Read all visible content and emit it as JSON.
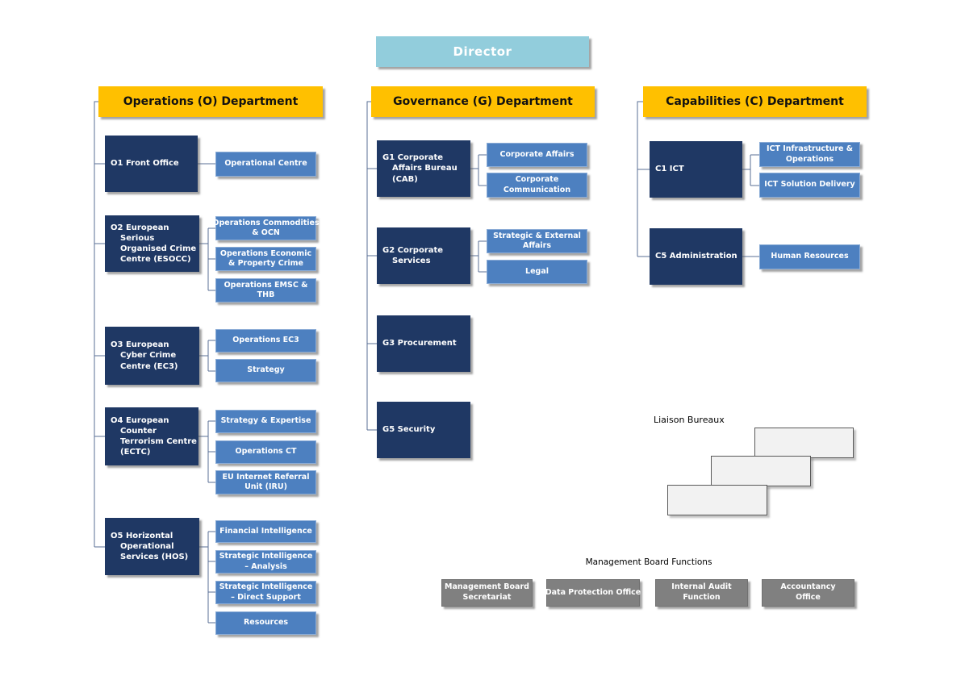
{
  "director": {
    "label": "Director"
  },
  "departments": [
    {
      "header": "Operations (O) Department",
      "units": [
        {
          "label": "O1 Front Office",
          "children": [
            "Operational Centre"
          ]
        },
        {
          "label": "O2 European\nSerious\nOrganised Crime\nCentre (ESOCC)",
          "children": [
            "Operations Commodities\n& OCN",
            "Operations Economic\n& Property Crime",
            "Operations EMSC &\nTHB"
          ]
        },
        {
          "label": "O3 European\nCyber Crime\nCentre (EC3)",
          "children": [
            "Operations EC3",
            "Strategy"
          ]
        },
        {
          "label": "O4 European\nCounter\nTerrorism Centre\n(ECTC)",
          "children": [
            "Strategy & Expertise",
            "Operations CT",
            "EU Internet Referral\nUnit (IRU)"
          ]
        },
        {
          "label": "O5 Horizontal\nOperational\nServices (HOS)",
          "children": [
            "Financial Intelligence",
            "Strategic Intelligence\n– Analysis",
            "Strategic Intelligence\n– Direct Support",
            "Resources"
          ]
        }
      ]
    },
    {
      "header": "Governance (G) Department",
      "units": [
        {
          "label": "G1 Corporate\nAffairs Bureau\n(CAB)",
          "children": [
            "Corporate Affairs",
            "Corporate\nCommunication"
          ]
        },
        {
          "label": "G2 Corporate\nServices",
          "children": [
            "Strategic & External\nAffairs",
            "Legal"
          ]
        },
        {
          "label": "G3 Procurement",
          "children": []
        },
        {
          "label": "G5 Security",
          "children": []
        }
      ]
    },
    {
      "header": "Capabilities (C) Department",
      "units": [
        {
          "label": "C1 ICT",
          "children": [
            "ICT Infrastructure &\nOperations",
            "ICT Solution Delivery"
          ]
        },
        {
          "label": "C5 Administration",
          "children": [
            "Human Resources"
          ]
        }
      ]
    }
  ],
  "liaison": {
    "label": "Liaison Bureaux",
    "card_count": 3
  },
  "management_board": {
    "label": "Management Board Functions",
    "items": [
      "Management Board\nSecretariat",
      "Data Protection Office",
      "Internal Audit\nFunction",
      "Accountancy\nOffice"
    ]
  },
  "colors": {
    "director_fill": "#92CDDC",
    "header_fill": "#FFC000",
    "unit_fill": "#1F3864",
    "child_fill": "#4D80C0",
    "board_fill": "#808080",
    "liaison_fill": "#F2F2F2",
    "connector": "#5A6F96"
  }
}
